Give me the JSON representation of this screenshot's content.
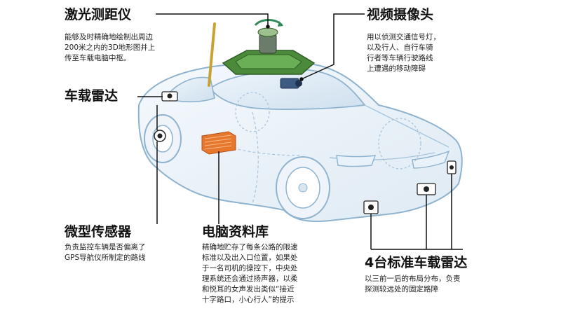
{
  "laser": {
    "title": "激光测距仪",
    "lines": [
      "能够及时精确地绘制出周边",
      "200米之内的3D地形图并上",
      "传至车载电脑中枢。"
    ]
  },
  "camera": {
    "title": "视频摄像头",
    "lines": [
      "用以侦测交通信号灯，",
      "以及行人、自行车骑",
      "行者等车辆行驶路线",
      "上遭遇的移动障碍"
    ]
  },
  "radar": {
    "title": "车载雷达"
  },
  "sensor": {
    "title": "微型传感器",
    "lines": [
      "负责监控车辆是否偏离了",
      "GPS导航仪所制定的路线"
    ]
  },
  "computer": {
    "title": "电脑资料库",
    "lines": [
      "精确地贮存了每条公路的限速",
      "标准以及出入口位置，如果处",
      "于一名司机的操控下，中央处",
      "理系统还会通过扬声器，以柔",
      "和悦耳的女声发出类似“接近",
      "十字路口，小心行人”的提示"
    ]
  },
  "radar4": {
    "title": "4台标准车载雷达",
    "lines": [
      "以三前一后的布局分布，负责",
      "探测较远处的固定路障"
    ]
  },
  "colors": {
    "car_outline": "#8fb3cf",
    "rack_green": "#4a8a3a",
    "computer_orange": "#e8772e",
    "line_dark": "#111111"
  }
}
